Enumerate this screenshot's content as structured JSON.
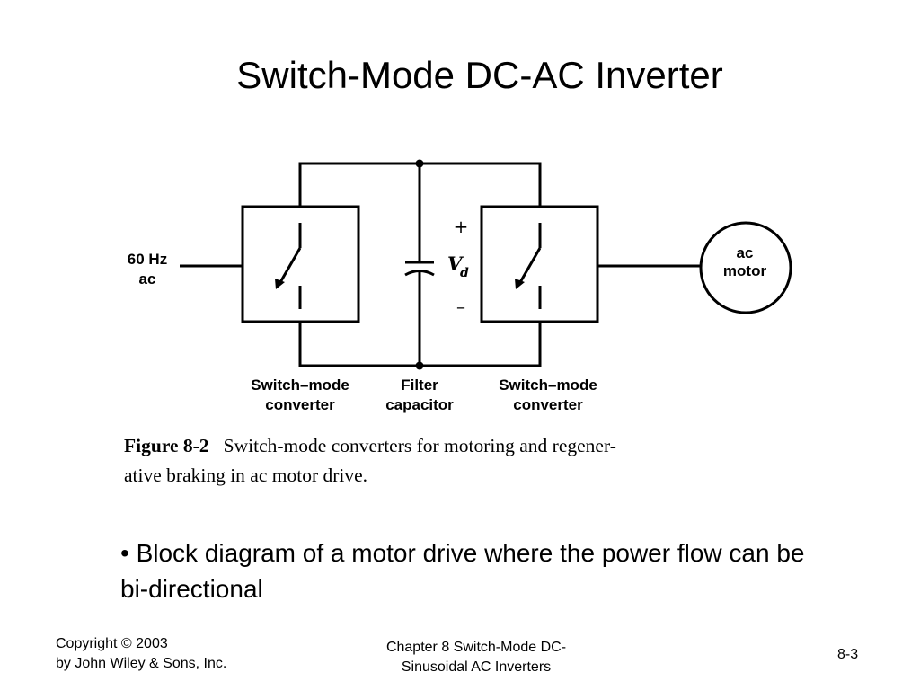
{
  "slide": {
    "title": "Switch-Mode DC-AC Inverter",
    "bullet": "• Block diagram of a motor drive where the power flow can be bi-directional"
  },
  "diagram": {
    "input_line1": "60 Hz",
    "input_line2": "ac",
    "plus": "+",
    "minus": "–",
    "vd_main": "V",
    "vd_sub": "d",
    "motor_line1": "ac",
    "motor_line2": "motor",
    "left_converter_line1": "Switch–mode",
    "left_converter_line2": "converter",
    "capacitor_line1": "Filter",
    "capacitor_line2": "capacitor",
    "right_converter_line1": "Switch–mode",
    "right_converter_line2": "converter"
  },
  "figure": {
    "number": "Figure 8-2",
    "caption_line1": "Switch-mode converters for motoring and regener-",
    "caption_line2": "ative braking in ac motor drive."
  },
  "footer": {
    "copyright_line1": "Copyright © 2003",
    "copyright_line2": "by John Wiley & Sons, Inc.",
    "chapter_line1": "Chapter 8 Switch-Mode DC-",
    "chapter_line2": "Sinusoidal AC Inverters",
    "page": "8-3"
  }
}
